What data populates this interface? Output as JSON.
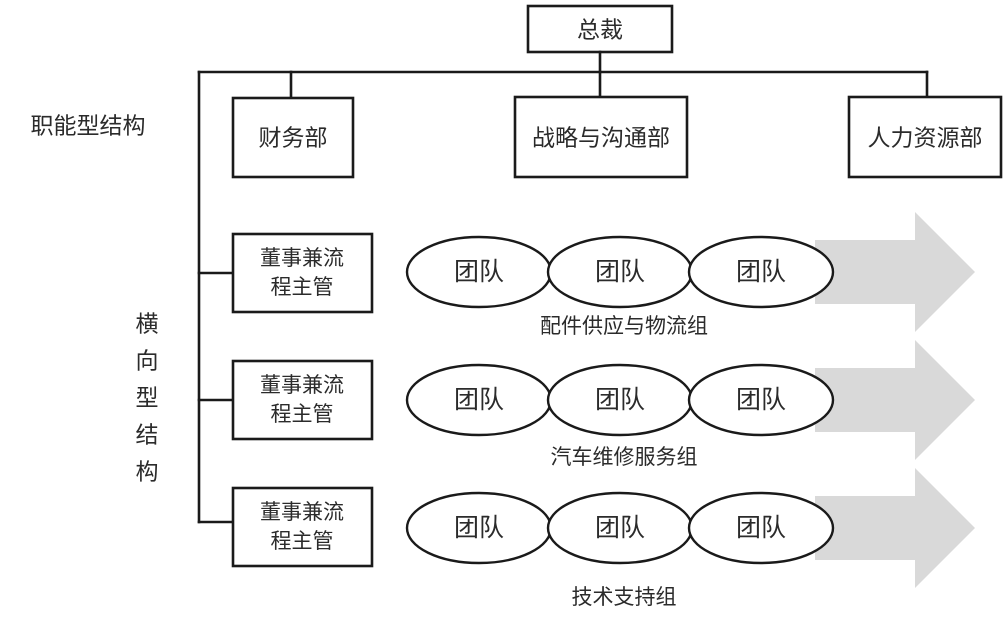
{
  "diagram": {
    "title_top": "总裁",
    "side_labels": {
      "functional": "职能型结构",
      "horizontal_chars": [
        "横",
        "向",
        "型",
        "结",
        "构"
      ],
      "horizontal_full": "横向型结构"
    },
    "departments": [
      {
        "label": "财务部"
      },
      {
        "label": "战略与沟通部"
      },
      {
        "label": "人力资源部"
      }
    ],
    "director_box": {
      "line1": "董事兼流",
      "line2": "程主管"
    },
    "team_label": "团队",
    "rows": [
      {
        "director_line1": "董事兼流",
        "director_line2": "程主管",
        "teams": [
          "团队",
          "团队",
          "团队"
        ],
        "group_label": "配件供应与物流组"
      },
      {
        "director_line1": "董事兼流",
        "director_line2": "程主管",
        "teams": [
          "团队",
          "团队",
          "团队"
        ],
        "group_label": "汽车维修服务组"
      },
      {
        "director_line1": "董事兼流",
        "director_line2": "程主管",
        "teams": [
          "团队",
          "团队",
          "团队"
        ],
        "group_label": "技术支持组"
      }
    ],
    "colors": {
      "arrow_fill": "#d9d9d9",
      "line": "#1a1a1a",
      "box_fill": "#ffffff",
      "text": "#2b2b2b",
      "background": "#ffffff"
    }
  }
}
